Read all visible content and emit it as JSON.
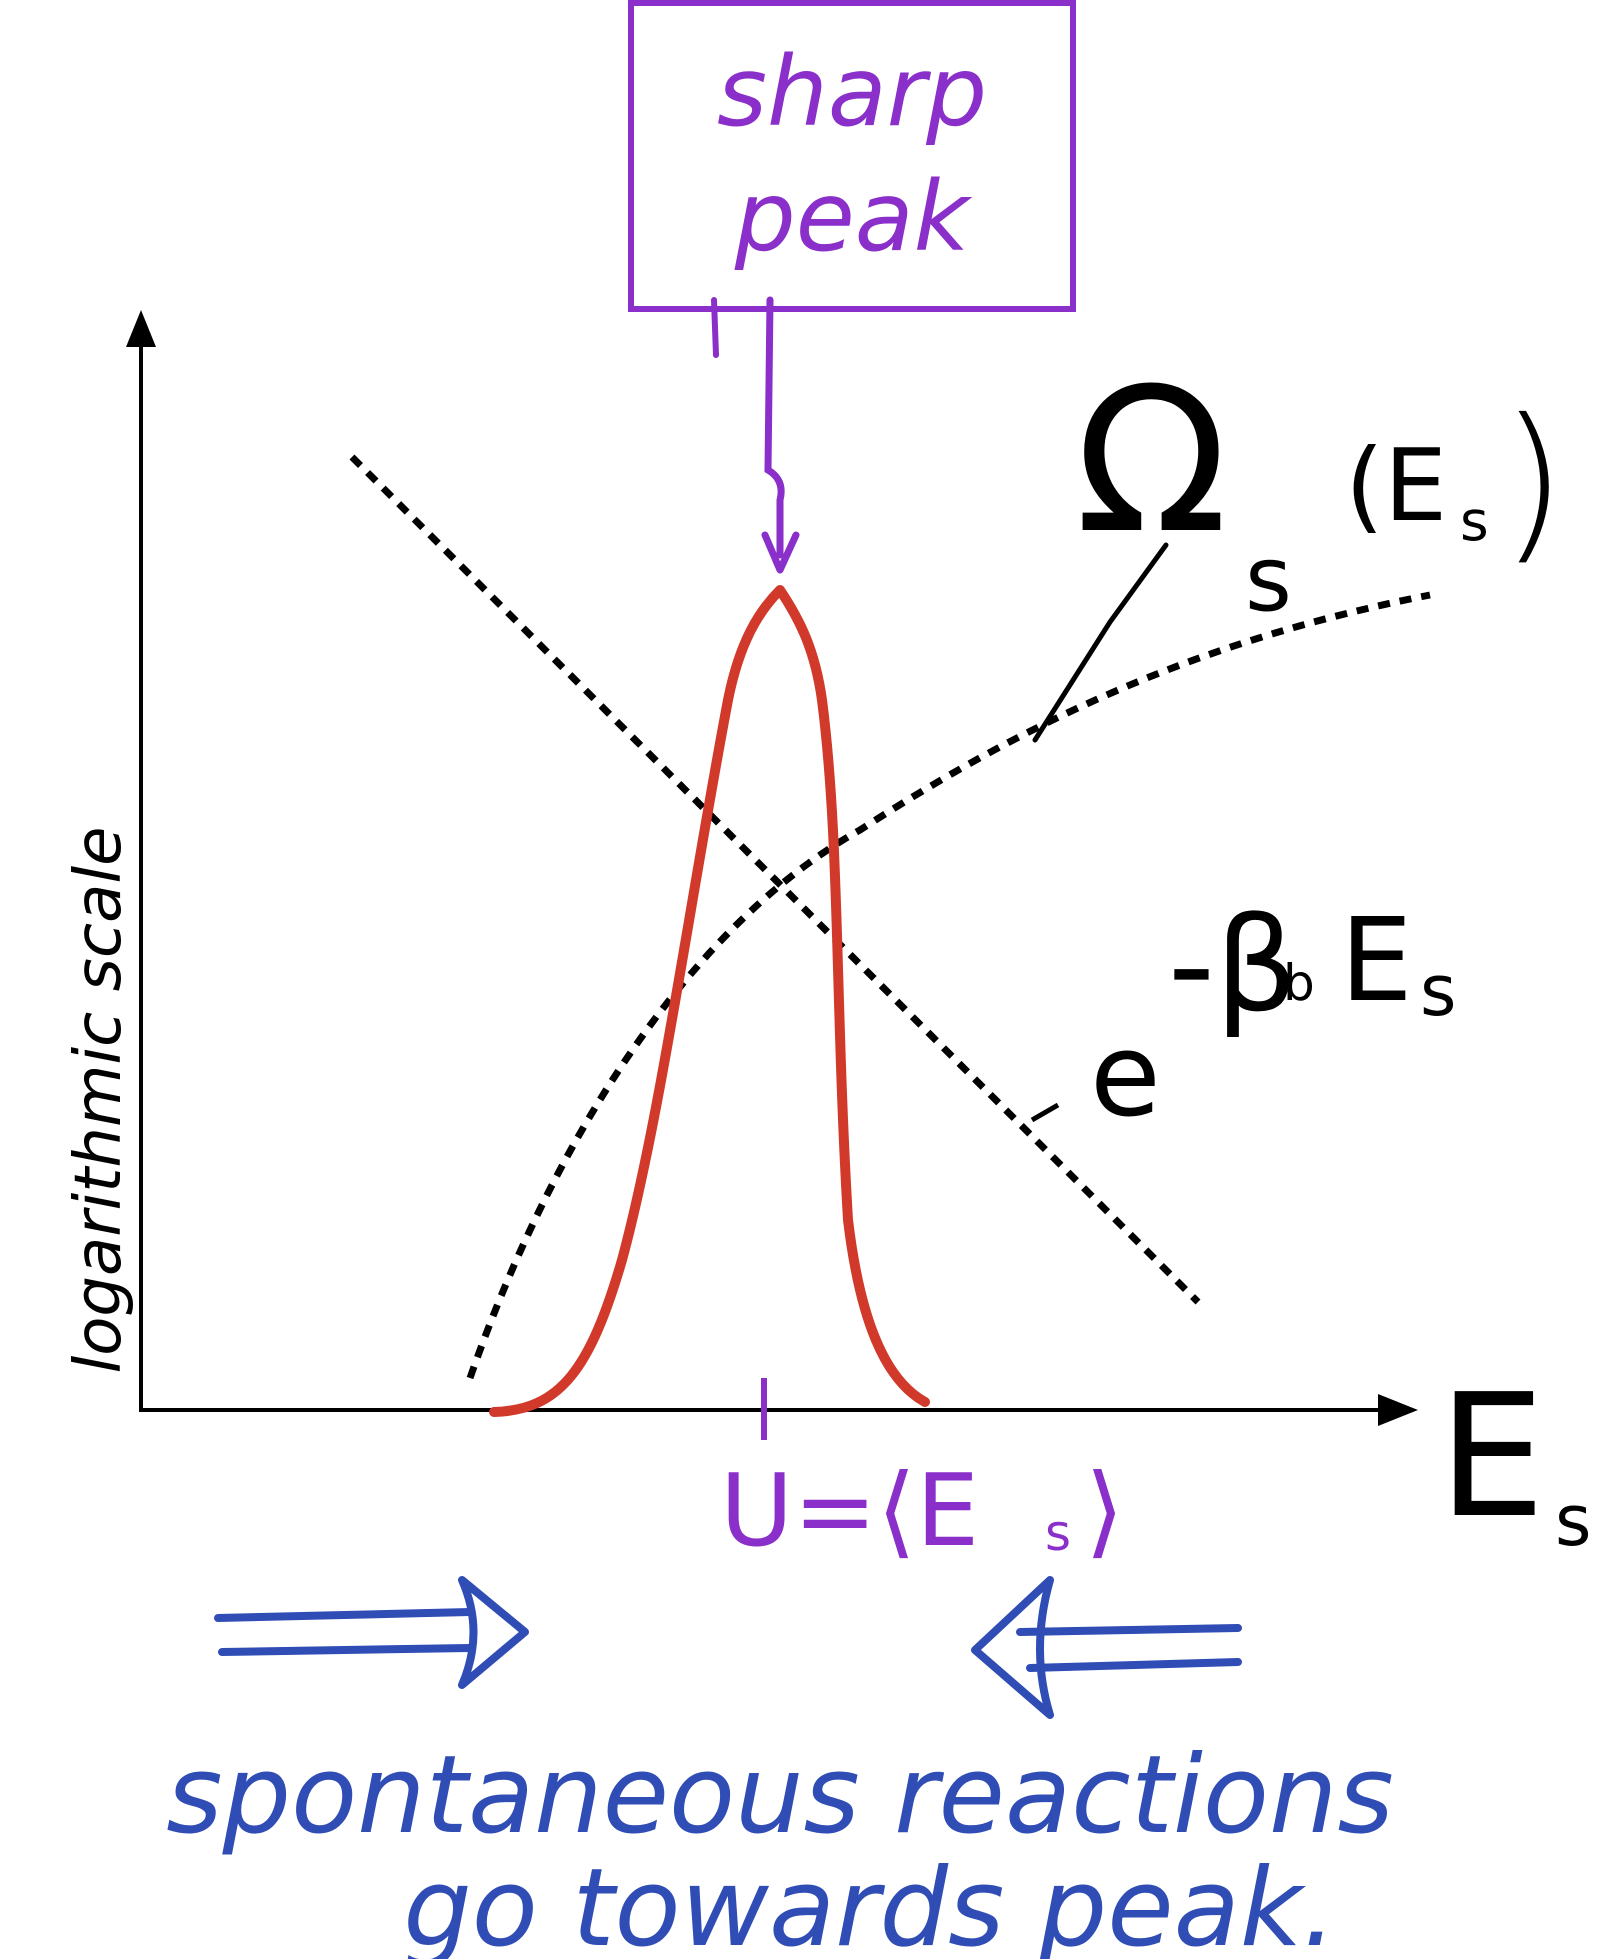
{
  "labels": {
    "callout": "sharp peak",
    "callout_line1": "sharp",
    "callout_line2": "peak",
    "y_axis": "logarithmic scale",
    "x_axis_main": "E",
    "x_axis_sub": "s",
    "omega_main": "Ω",
    "omega_sub": "s",
    "omega_arg": "(E",
    "omega_arg_sub": "s",
    "omega_close": ")",
    "boltz_e": "e",
    "boltz_exp": "-β",
    "boltz_exp_sub": "b",
    "boltz_E": "E",
    "boltz_E_sub": "s",
    "mean": "U=⟨E",
    "mean_sub": "s",
    "mean_close": "⟩",
    "caption_line1": "spontaneous reactions",
    "caption_line2": "go towards peak."
  },
  "colors": {
    "purple": "#8a2fc9",
    "red": "#d13a2a",
    "blue": "#2f4db5",
    "black": "#000000"
  }
}
